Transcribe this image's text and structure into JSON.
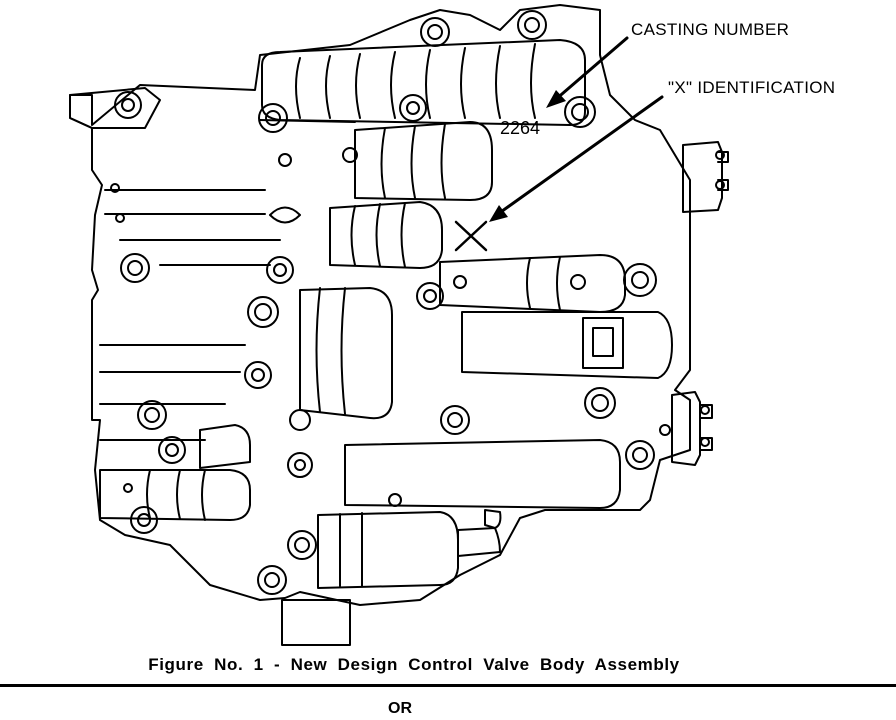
{
  "labels": {
    "casting_number": "CASTING NUMBER",
    "x_identification": "\"X\" IDENTIFICATION",
    "casting_value": "2264"
  },
  "caption": "Figure No. 1 - New Design Control Valve Body Assembly",
  "footer_text": "OR",
  "colors": {
    "ink": "#000000",
    "paper": "#ffffff"
  }
}
